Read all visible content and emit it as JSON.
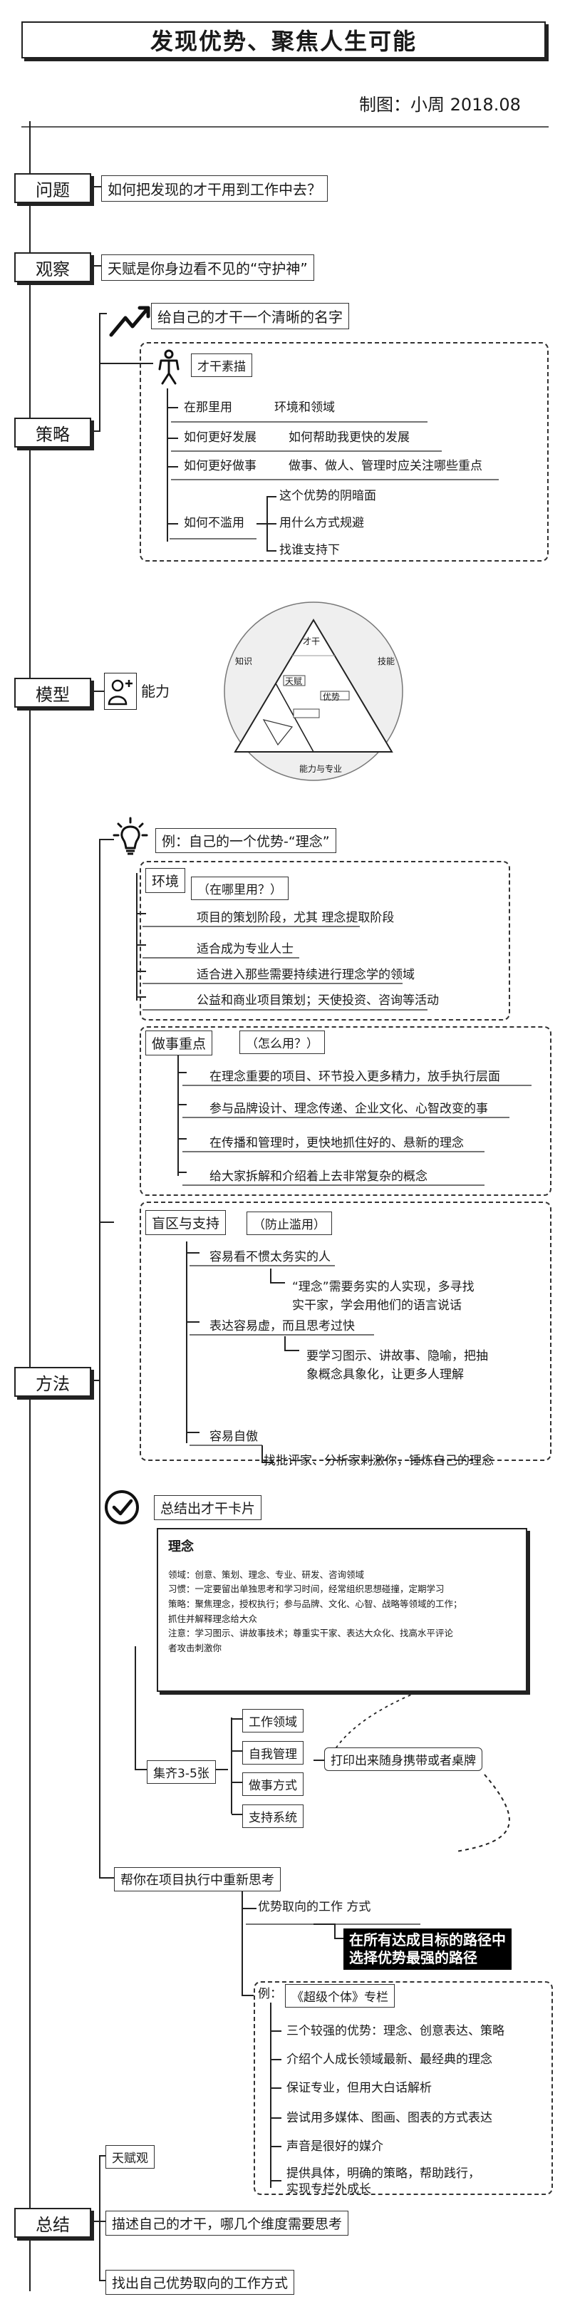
{
  "title": "发现优势、聚焦人生可能",
  "credit": "制图：小周 2018.08",
  "sections": {
    "question": {
      "label": "问题",
      "text": "如何把发现的才干用到工作中去？"
    },
    "observe": {
      "label": "观察",
      "text": "天赋是你身边看不见的“守护神”"
    },
    "strategy": {
      "label": "策略",
      "headline": "给自己的才干一个清晰的名字",
      "sub_label": "才干素描",
      "rows": [
        {
          "left": "在那里用",
          "right": "环境和领域"
        },
        {
          "left": "如何更好发展",
          "right": "如何帮助我更快的发展"
        },
        {
          "left": "如何更好做事",
          "right": "做事、做人、管理时应关注哪些重点"
        }
      ],
      "misuse_label": "如何不滥用",
      "misuse_items": [
        "这个优势的阴暗面",
        "用什么方式规避",
        "找谁支持下"
      ]
    },
    "model": {
      "label": "模型",
      "icon_text": "能力",
      "circle_caption": "能力与专业",
      "left_label": "知识",
      "right_label": "技能",
      "inner_labels": [
        "才干",
        "天赋",
        "优势"
      ]
    },
    "method": {
      "label": "方法",
      "example_title": "例：自己的一个优势-“理念”",
      "env": {
        "label": "环境",
        "question": "（在哪里用？）",
        "items": [
          "项目的策划阶段，尤其 理念提取阶段",
          "适合成为专业人士",
          "适合进入那些需要持续进行理念学的领域",
          "公益和商业项目策划；天使投资、咨询等活动"
        ]
      },
      "focus": {
        "label": "做事重点",
        "question": "（怎么用？）",
        "items": [
          "在理念重要的项目、环节投入更多精力，放手执行层面",
          "参与品牌设计、理念传递、企业文化、心智改变的事",
          "在传播和管理时，更快地抓住好的、悬新的理念",
          "给大家拆解和介绍着上去非常复杂的概念"
        ]
      },
      "blind": {
        "label": "盲区与支持",
        "question": "（防止滥用）",
        "item1": "容易看不惯太务实的人",
        "item1_note": [
          "“理念”需要务实的人实现，多寻找",
          "实干家，学会用他们的语言说话"
        ],
        "item2": "表达容易虚，而且思考过快",
        "item2_note": [
          "要学习图示、讲故事、隐喻，把抽",
          "象概念具象化，让更多人理解"
        ],
        "item3": "容易自傲",
        "item3_note": "找批评家、分析家刺激你，锤炼自己的理念"
      },
      "summary_title": "总结出才干卡片",
      "card": {
        "title": "理念",
        "lines": [
          "领域：创意、策划、理念、专业、研发、咨询领域",
          "习惯：一定要留出单独思考和学习时间，经常组织思想碰撞，定期学习",
          "策略：聚焦理念，授权执行；参与品牌、文化、心智、战略等领域的工作；",
          "抓住并解释理念给大众",
          "注意：学习图示、讲故事技术；尊重实干家、表达大众化、找高水平评论",
          "者攻击刺激你"
        ]
      },
      "collect_label": "集齐3-5张",
      "collect_items": [
        "工作领域",
        "自我管理",
        "做事方式",
        "支持系统"
      ],
      "print_note": "打印出来随身携带或者桌牌",
      "rethink": "帮你在项目执行中重新思考",
      "work_mode": "优势取向的工作 方式",
      "highlight": [
        "在所有达成目标的路径中",
        "选择优势最强的路径"
      ],
      "example_label": "例：",
      "example_col": "《超级个体》专栏",
      "example_items": [
        "三个较强的优势：理念、创意表达、策略",
        "介绍个人成长领域最新、最经典的理念",
        "保证专业，但用大白话解析",
        "尝试用多媒体、图画、图表的方式表达",
        "声音是很好的媒介",
        [
          "提供具体，明确的策略，帮助践行，",
          "实现专栏外成长"
        ]
      ]
    },
    "summary": {
      "label": "总结",
      "items": [
        "天赋观",
        "描述自己的才干，哪几个维度需要思考",
        "找出自己优势取向的工作方式"
      ]
    }
  }
}
